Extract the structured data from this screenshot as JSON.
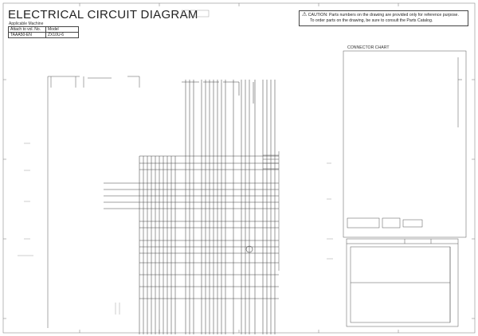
{
  "title_block": {
    "title": "ELECTRICAL CIRCUIT DIAGRAM",
    "applicable_label": "Applicable Machine",
    "col_attach": "Attach to vol. No.",
    "col_model": "Model",
    "attach_value": "TAAA50-EN",
    "model_value": "ZX10U-6"
  },
  "caution": {
    "icon": "warning-triangle-icon",
    "line1": "CAUTION: Parts numbers on the drawing are provided only for reference purpose.",
    "line2": "To order parts on the drawing, be sure to consult the Parts Catalog."
  },
  "connector_chart": {
    "label": "CONNECTOR CHART"
  },
  "colors": {
    "line": "#444444",
    "light": "#9a9a9a",
    "text": "#222222"
  }
}
